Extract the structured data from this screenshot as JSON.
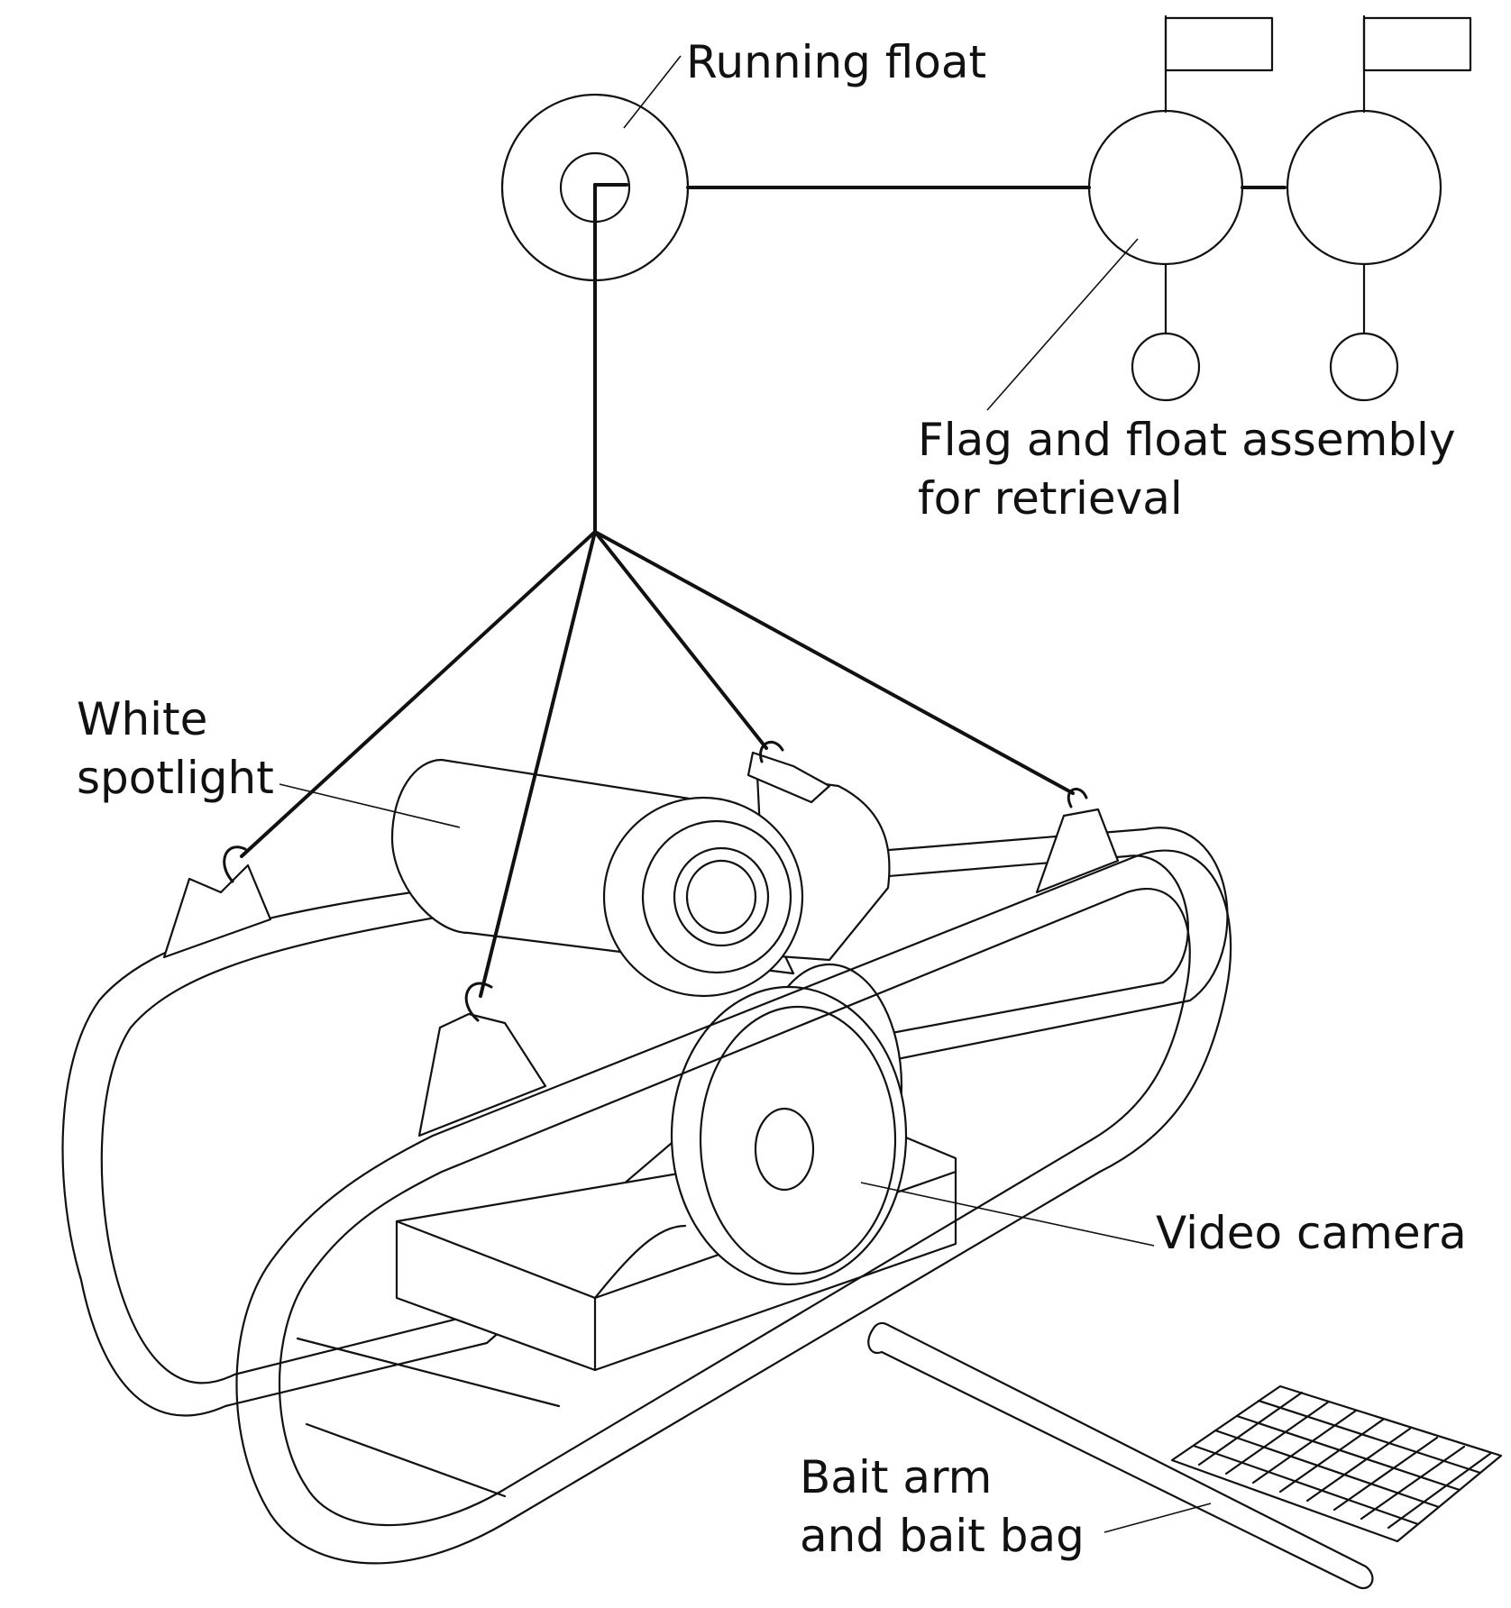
{
  "labels": {
    "running_float": "Running float",
    "flag_line1": "Flag and float assembly",
    "flag_line2": "for retrieval",
    "spotlight_line1": "White",
    "spotlight_line2": "spotlight",
    "video_camera": "Video camera",
    "bait_line1": "Bait arm",
    "bait_line2": "and bait bag"
  }
}
